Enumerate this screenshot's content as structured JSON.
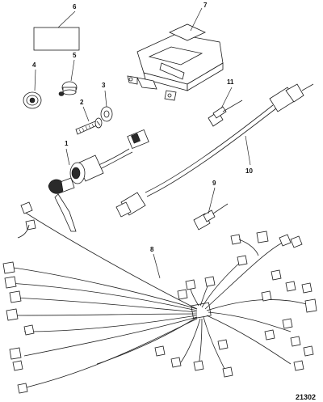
{
  "diagram": {
    "reference_number": "21302",
    "callouts": [
      {
        "id": "callout-1",
        "label": "1"
      },
      {
        "id": "callout-2",
        "label": "2"
      },
      {
        "id": "callout-3",
        "label": "3"
      },
      {
        "id": "callout-4",
        "label": "4"
      },
      {
        "id": "callout-5",
        "label": "5"
      },
      {
        "id": "callout-6",
        "label": "6"
      },
      {
        "id": "callout-7",
        "label": "7"
      },
      {
        "id": "callout-8",
        "label": "8"
      },
      {
        "id": "callout-9",
        "label": "9"
      },
      {
        "id": "callout-10",
        "label": "10"
      },
      {
        "id": "callout-11",
        "label": "11"
      }
    ]
  }
}
